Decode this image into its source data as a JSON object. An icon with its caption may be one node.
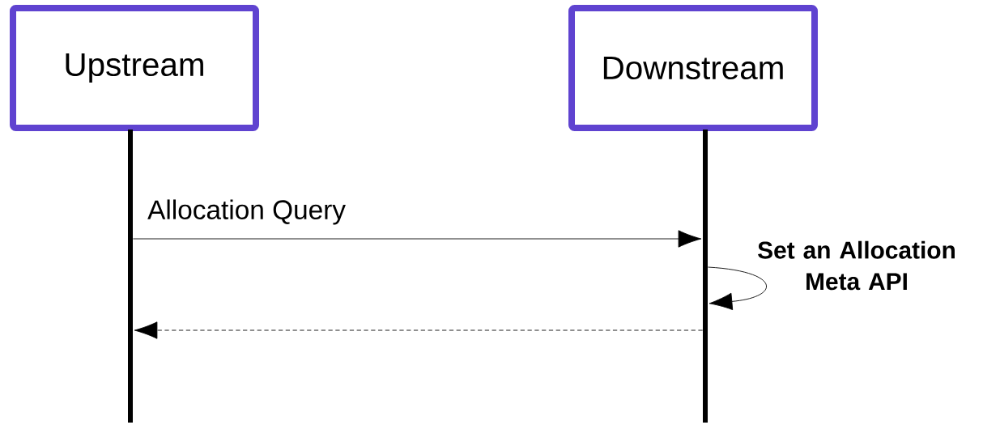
{
  "diagram": {
    "nodes": [
      {
        "text": [
          "Upstream"
        ]
      },
      {
        "text": [
          "Downstream"
        ]
      },
      {
        "text": [],
        "shape": "bar"
      },
      {
        "text": [],
        "shape": "bar"
      }
    ],
    "edges": [
      {
        "from": 2,
        "to": 3,
        "arrow": "to",
        "label": "Allocation Query"
      },
      {
        "from": 3,
        "to": 3,
        "arrow": "to",
        "label": "Set an Allocation Meta API"
      },
      {
        "from": 3,
        "to": 2,
        "arrow": "to",
        "style": "dashed"
      }
    ]
  }
}
